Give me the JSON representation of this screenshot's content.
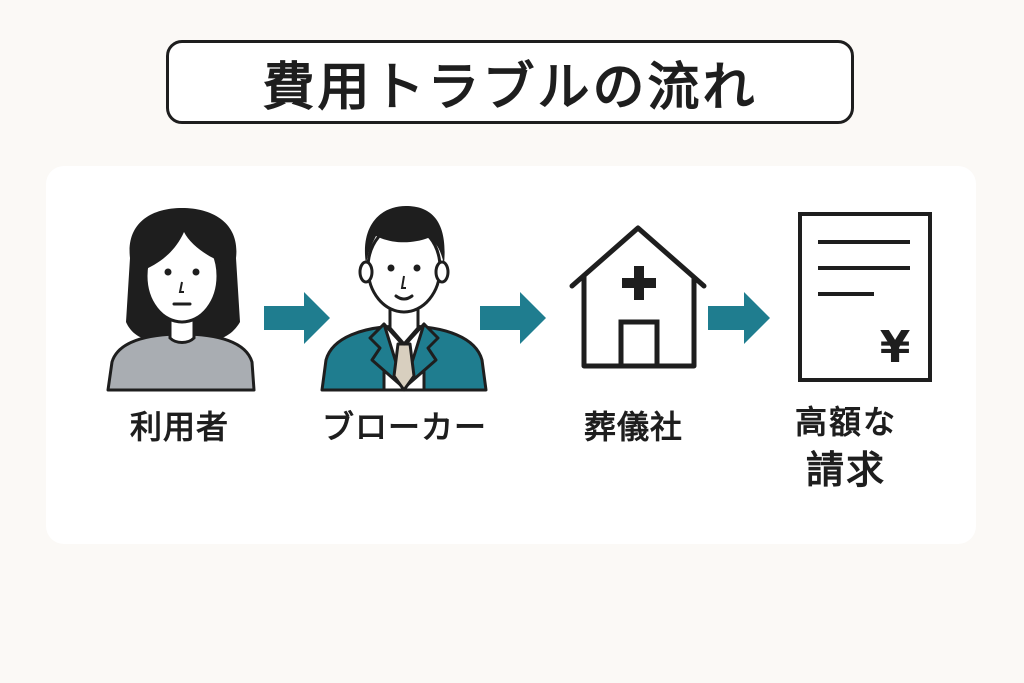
{
  "title": "費用トラブルの流れ",
  "flow": {
    "steps": [
      {
        "label": "利用者",
        "icon": "woman-icon"
      },
      {
        "label": "ブローカー",
        "icon": "businessman-icon"
      },
      {
        "label": "葬儀社",
        "icon": "funeral-home-icon"
      },
      {
        "label_line1": "高額な",
        "label_line2": "請求",
        "icon": "invoice-yen-icon"
      }
    ],
    "arrow_color": "#1f7d8f",
    "invoice_symbol": "¥"
  },
  "colors": {
    "ink": "#1e1e1e",
    "suit": "#1f7d8f",
    "shirt": "#a9adb2",
    "background": "#fbf9f6",
    "panel": "#ffffff"
  }
}
